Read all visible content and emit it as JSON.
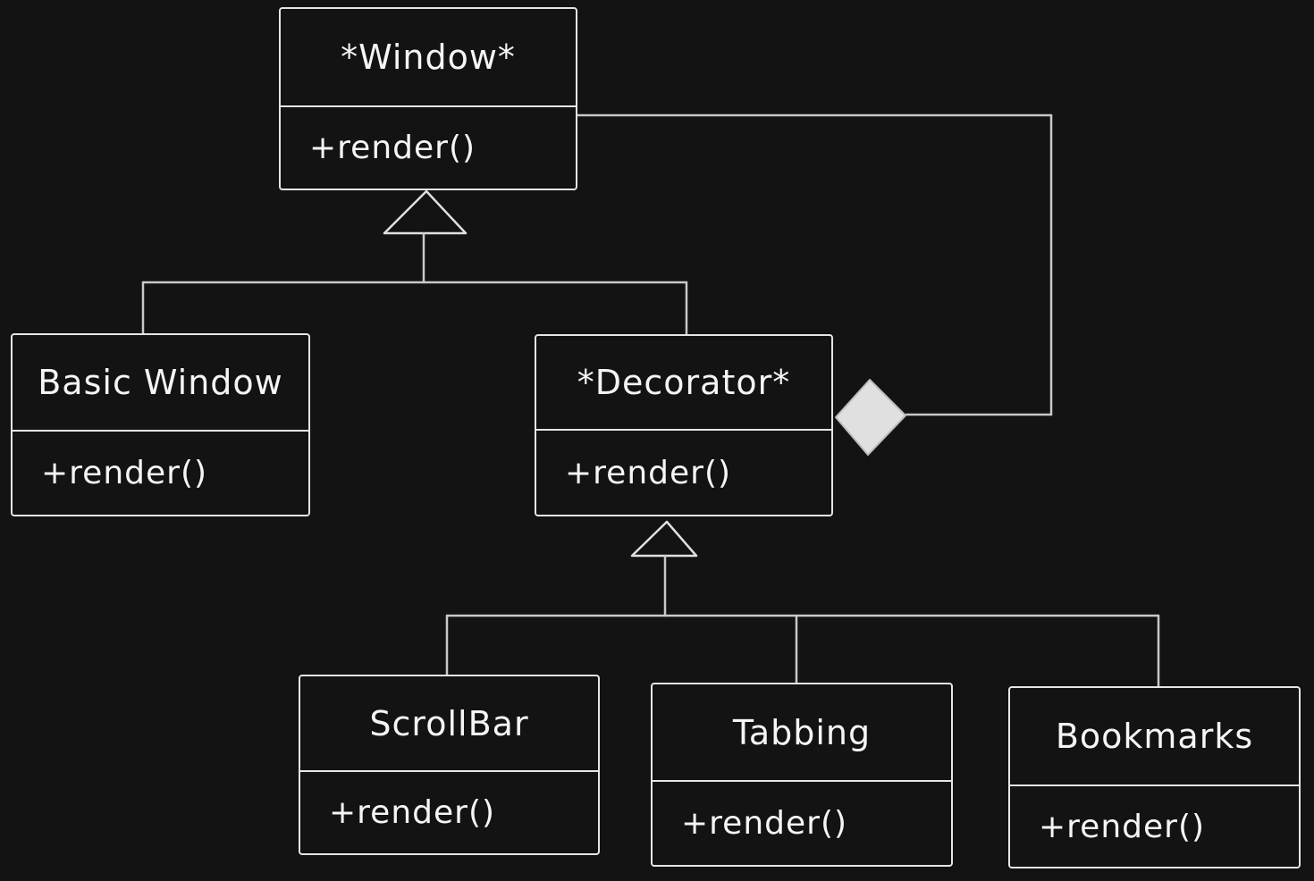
{
  "canvas": {
    "background_color": "#131313",
    "stroke_color": "#e6e6e6",
    "connector_color": "#c9c9c9",
    "text_color": "#f5f5f5",
    "diamond_fill_color": "#e0e0e0"
  },
  "diagram": {
    "kind": "uml-class-diagram",
    "pattern": "Decorator",
    "classes": [
      {
        "id": "window",
        "title": "*Window*",
        "abstract": true,
        "methods": [
          "+render()"
        ]
      },
      {
        "id": "basic-window",
        "title": "Basic Window",
        "abstract": false,
        "methods": [
          "+render()"
        ]
      },
      {
        "id": "decorator",
        "title": "*Decorator*",
        "abstract": true,
        "methods": [
          "+render()"
        ]
      },
      {
        "id": "scrollbar",
        "title": "ScrollBar",
        "abstract": false,
        "methods": [
          "+render()"
        ]
      },
      {
        "id": "tabbing",
        "title": "Tabbing",
        "abstract": false,
        "methods": [
          "+render()"
        ]
      },
      {
        "id": "bookmarks",
        "title": "Bookmarks",
        "abstract": false,
        "methods": [
          "+render()"
        ]
      }
    ],
    "relationships": [
      {
        "type": "inheritance",
        "marker": "hollow-triangle-icon",
        "from": "Basic Window",
        "to": "*Window*"
      },
      {
        "type": "inheritance",
        "marker": "hollow-triangle-icon",
        "from": "*Decorator*",
        "to": "*Window*"
      },
      {
        "type": "aggregation",
        "marker": "filled-diamond-icon",
        "from": "*Decorator*",
        "to": "*Window*"
      },
      {
        "type": "inheritance",
        "marker": "hollow-triangle-icon",
        "from": "ScrollBar",
        "to": "*Decorator*"
      },
      {
        "type": "inheritance",
        "marker": "hollow-triangle-icon",
        "from": "Tabbing",
        "to": "*Decorator*"
      },
      {
        "type": "inheritance",
        "marker": "hollow-triangle-icon",
        "from": "Bookmarks",
        "to": "*Decorator*"
      }
    ]
  }
}
